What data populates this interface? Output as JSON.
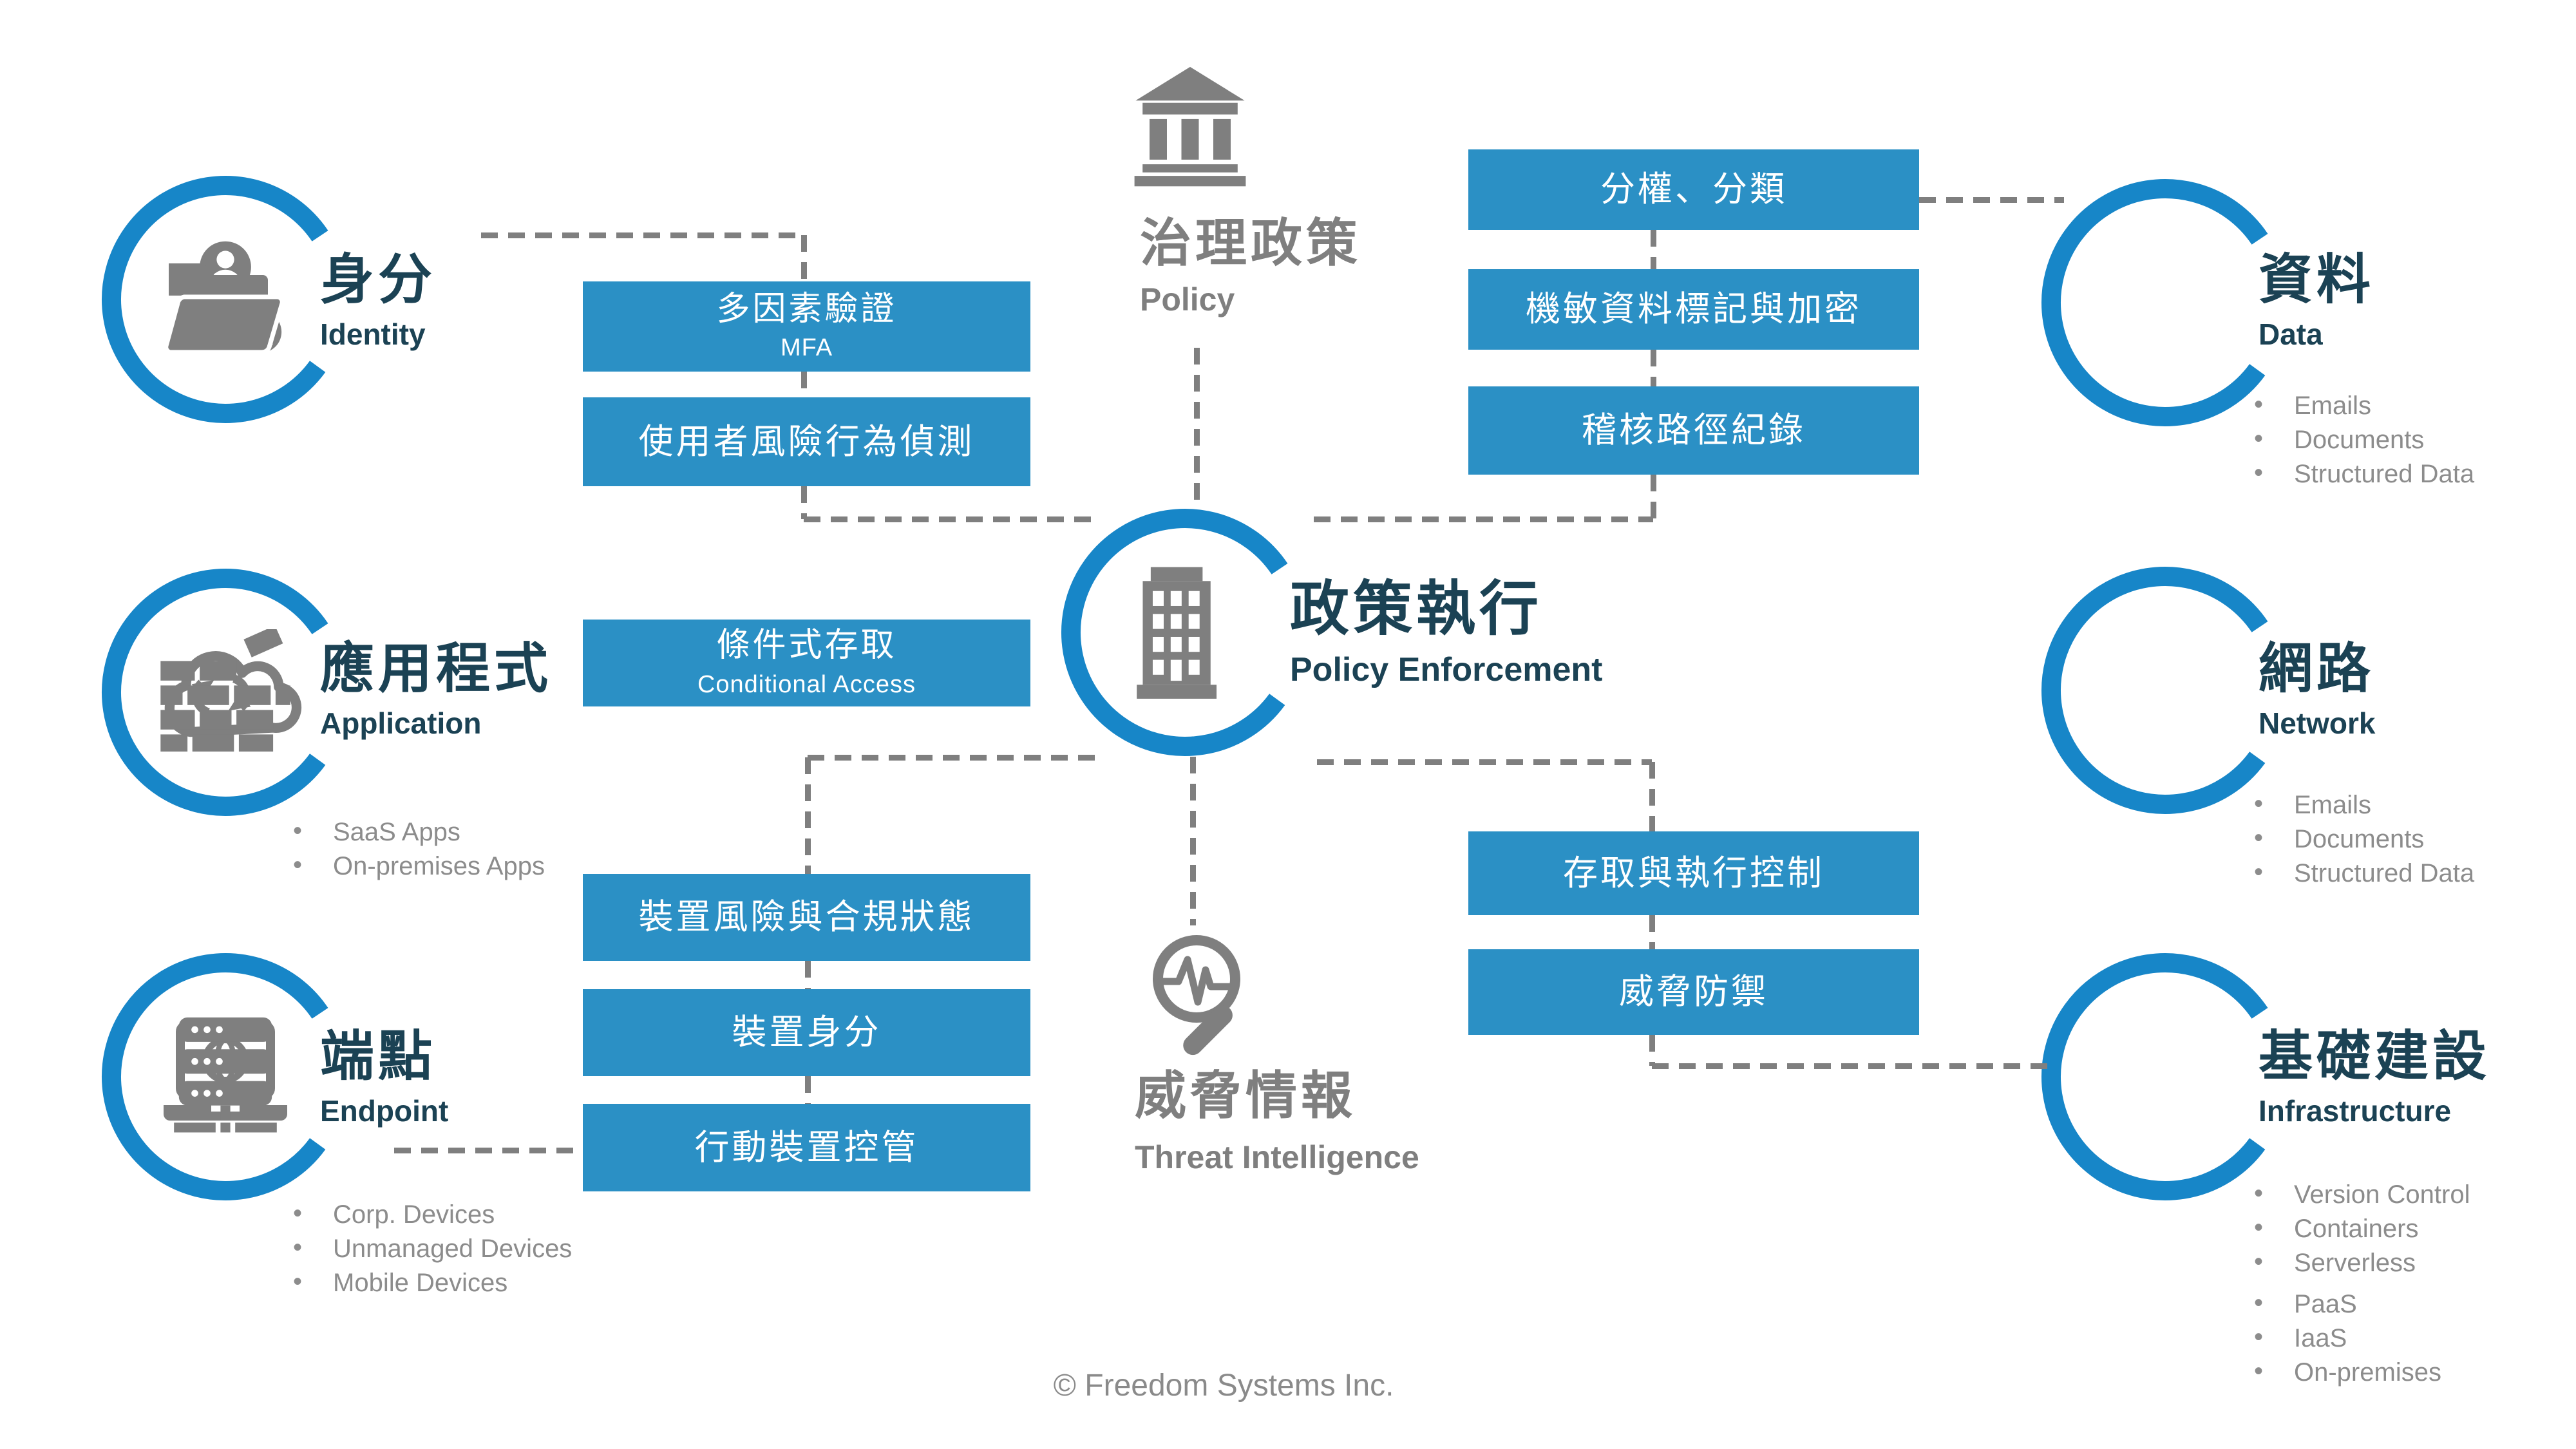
{
  "colors": {
    "box_blue": "#2B90C5",
    "arc_blue": "#1786C8",
    "title_navy": "#1B4254",
    "icon_gray": "#7F7F7F",
    "bullet_gray": "#8C8C8C",
    "connector_gray": "#7F7F7F",
    "background": "#FFFFFF"
  },
  "governance": {
    "icon": "bank-icon",
    "title_zh": "治理政策",
    "title_en": "Policy"
  },
  "enforcement": {
    "icon": "office-building-icon",
    "title_zh": "政策執行",
    "title_en": "Policy Enforcement"
  },
  "threat_intel": {
    "icon": "magnifier-pulse-icon",
    "title_zh": "威脅情報",
    "title_en": "Threat Intelligence"
  },
  "pillars": {
    "identity": {
      "icon": "users-network-icon",
      "title_zh": "身分",
      "title_en": "Identity"
    },
    "application": {
      "icon": "cloud-sync-icon",
      "title_zh": "應用程式",
      "title_en": "Application",
      "bullets": [
        "SaaS Apps",
        "On-premises Apps"
      ]
    },
    "endpoint": {
      "icon": "laptop-globe-icon",
      "title_zh": "端點",
      "title_en": "Endpoint",
      "bullets": [
        "Corp. Devices",
        "Unmanaged Devices",
        "Mobile Devices"
      ]
    },
    "data": {
      "icon": "open-folder-icon",
      "title_zh": "資料",
      "title_en": "Data",
      "bullets": [
        "Emails",
        "Documents",
        "Structured Data"
      ]
    },
    "network": {
      "icon": "firewall-icon",
      "title_zh": "網路",
      "title_en": "Network",
      "bullets": [
        "Emails",
        "Documents",
        "Structured Data"
      ]
    },
    "infrastructure": {
      "icon": "server-stack-icon",
      "title_zh": "基礎建設",
      "title_en": "Infrastructure",
      "bullets_group1": [
        "Version Control",
        "Containers",
        "Serverless"
      ],
      "bullets_group2": [
        "PaaS",
        "IaaS",
        "On-premises"
      ]
    }
  },
  "controls": {
    "identity": [
      {
        "zh": "多因素驗證",
        "en": "MFA"
      },
      {
        "zh": "使用者風險行為偵測"
      }
    ],
    "application": [
      {
        "zh": "條件式存取",
        "en": "Conditional Access"
      }
    ],
    "endpoint": [
      {
        "zh": "裝置風險與合規狀態"
      },
      {
        "zh": "裝置身分"
      },
      {
        "zh": "行動裝置控管"
      }
    ],
    "data": [
      {
        "zh": "分權、分類"
      },
      {
        "zh": "機敏資料標記與加密"
      },
      {
        "zh": "稽核路徑紀錄"
      }
    ],
    "enforcement_right": [
      {
        "zh": "存取與執行控制"
      },
      {
        "zh": "威脅防禦"
      }
    ]
  },
  "footer": {
    "text": "© Freedom Systems Inc."
  }
}
